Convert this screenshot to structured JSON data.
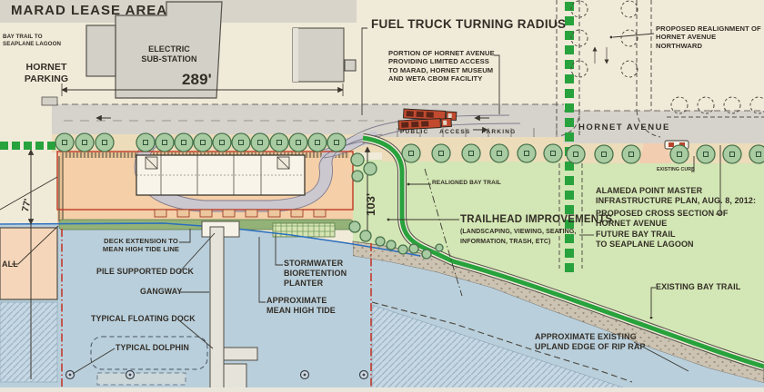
{
  "colors": {
    "water": "#b9cfdc",
    "grass": "#d3e6b5",
    "parcel_salmon": "#f4cfa8",
    "road_gray": "#d6d3cc",
    "trail_green": "#28a23c",
    "lease_line_red": "#c4392b",
    "tide_blue": "#2a6fbf",
    "tree_green": "#a9cba2"
  },
  "labels": {
    "marad_lease_area": "MARAD LEASE AREA",
    "bay_trail_to_seaplane_lagoon": "BAY TRAIL TO\nSEAPLANE LAGOON",
    "hornet_parking": "HORNET\nPARKING",
    "electric_substation": "ELECTRIC\nSUB-STATION",
    "dim_289": "289'",
    "dim_77": "77'",
    "dim_103": "103'",
    "fuel_truck_turning_radius": "FUEL TRUCK TURNING RADIUS",
    "portion_of_hornet": "PORTION OF HORNET AVENUE\nPROVIDING LIMITED ACCESS\nTO MARAD, HORNET MUSEUM\nAND WETA CBOM FACILITY",
    "proposed_realignment": "PROPOSED REALIGNMENT OF\nHORNET AVENUE NORTHWARD",
    "hornet_avenue": "HORNET AVENUE",
    "public_access_parking": "PUBLIC ACCESS PARKING",
    "existing_curb": "EXISTING CURB",
    "realigned_bay_trail": "REALIGNED BAY TRAIL",
    "alameda_plan": "ALAMEDA POINT MASTER\nINFRASTRUCTURE PLAN, AUG. 8, 2012:",
    "proposed_cross_section": "PROPOSED CROSS SECTION OF\nHORNET AVENUE",
    "future_bay_trail": "FUTURE BAY TRAIL\nTO SEAPLANE LAGOON",
    "trailhead_improvements": "TRAILHEAD IMPROVEMENTS",
    "trailhead_details": "(LANDSCAPING, VIEWING, SEATING,\nINFORMATION, TRASH, ETC)",
    "existing_bay_trail": "EXISTING BAY TRAIL",
    "upland_edge": "APPROXIMATE EXISTING\nUPLAND EDGE OF RIP RAP",
    "deck_extension": "DECK EXTENSION TO\nMEAN HIGH TIDE LINE",
    "pile_supported_dock": "PILE SUPPORTED DOCK",
    "gangway": "GANGWAY",
    "typical_floating_dock": "TYPICAL FLOATING DOCK",
    "typical_dolphin": "TYPICAL DOLPHIN",
    "stormwater_planter": "STORMWATER\nBIORETENTION\nPLANTER",
    "approx_mean_high_tide": "APPROXIMATE\nMEAN HIGH TIDE",
    "wall_partial": "ALL"
  }
}
